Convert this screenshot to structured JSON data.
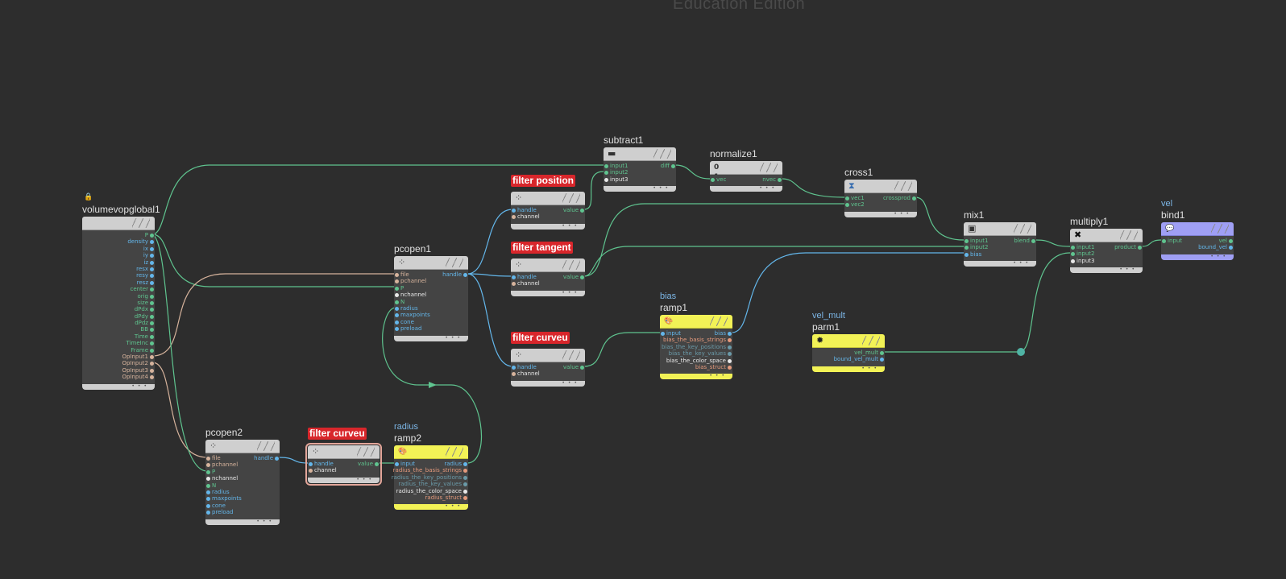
{
  "watermark": "Education Edition",
  "nodes": {
    "volumevopglobal1": {
      "title": "volumevopglobal1",
      "outputs": [
        "P",
        "density",
        "ix",
        "iy",
        "iz",
        "resx",
        "resy",
        "resz",
        "center",
        "orig",
        "size",
        "dPdx",
        "dPdy",
        "dPdz",
        "BB",
        "Time",
        "TimeInc",
        "Frame",
        "OpInput1",
        "OpInput2",
        "OpInput3",
        "OpInput4"
      ]
    },
    "pcopen1": {
      "title": "pcopen1",
      "inputs": [
        "file",
        "pchannel",
        "P",
        "nchannel",
        "N",
        "radius",
        "maxpoints",
        "cone",
        "preload"
      ],
      "output": "handle"
    },
    "pcopen2": {
      "title": "pcopen2",
      "inputs": [
        "file",
        "pchannel",
        "P",
        "nchannel",
        "N",
        "radius",
        "maxpoints",
        "cone",
        "preload"
      ],
      "output": "handle"
    },
    "filter_position": {
      "tag": "filter position",
      "inputs": [
        "handle",
        "channel"
      ],
      "output": "value"
    },
    "filter_tangent": {
      "tag": "filter tangent",
      "inputs": [
        "handle",
        "channel"
      ],
      "output": "value"
    },
    "filter_curveu": {
      "tag": "filter curveu",
      "inputs": [
        "handle",
        "channel"
      ],
      "output": "value"
    },
    "filter_curveu2": {
      "tag": "filter curveu",
      "inputs": [
        "handle",
        "channel"
      ],
      "output": "value"
    },
    "subtract1": {
      "title": "subtract1",
      "inputs": [
        "input1",
        "input2",
        "input3"
      ],
      "output": "diff",
      "icon": "▬"
    },
    "normalize1": {
      "title": "normalize1",
      "inputs": [
        "vec"
      ],
      "output": "nvec",
      "icon": "0 1"
    },
    "cross1": {
      "title": "cross1",
      "inputs": [
        "vec1",
        "vec2"
      ],
      "output": "crossprod",
      "icon": "⧗"
    },
    "mix1": {
      "title": "mix1",
      "inputs": [
        "input1",
        "input2",
        "bias"
      ],
      "output": "blend",
      "icon": "▣"
    },
    "multiply1": {
      "title": "multiply1",
      "inputs": [
        "input1",
        "input2",
        "input3"
      ],
      "output": "product",
      "icon": "✖"
    },
    "bind1": {
      "title": "bind1",
      "sub": "vel",
      "input": "input",
      "outputs": [
        "vel",
        "bound_vel"
      ],
      "icon": "💬"
    },
    "ramp1": {
      "title": "ramp1",
      "sub": "bias",
      "input": "input",
      "outputs": [
        "bias",
        "bias_the_basis_strings",
        "bias_the_key_positions",
        "bias_the_key_values",
        "bias_the_color_space",
        "bias_struct"
      ],
      "icon": "🎨"
    },
    "ramp2": {
      "title": "ramp2",
      "sub": "radius",
      "input": "input",
      "outputs": [
        "radius",
        "radius_the_basis_strings",
        "radius_the_key_positions",
        "radius_the_key_values",
        "radius_the_color_space",
        "radius_struct"
      ],
      "icon": "🎨"
    },
    "parm1": {
      "title": "parm1",
      "sub": "vel_mult",
      "outputs": [
        "vel_mult",
        "bound_vel_mult"
      ],
      "icon": "✹"
    }
  },
  "colors": {
    "bg": "#2d2d2d",
    "node_header": "#cfcfcf",
    "yellow": "#f2f256",
    "purple": "#9f9ff4",
    "wire": "#5fc48f",
    "wire_blue": "#63b6ea",
    "wire_tan": "#d6b39c",
    "tag_red": "#d8262b"
  }
}
